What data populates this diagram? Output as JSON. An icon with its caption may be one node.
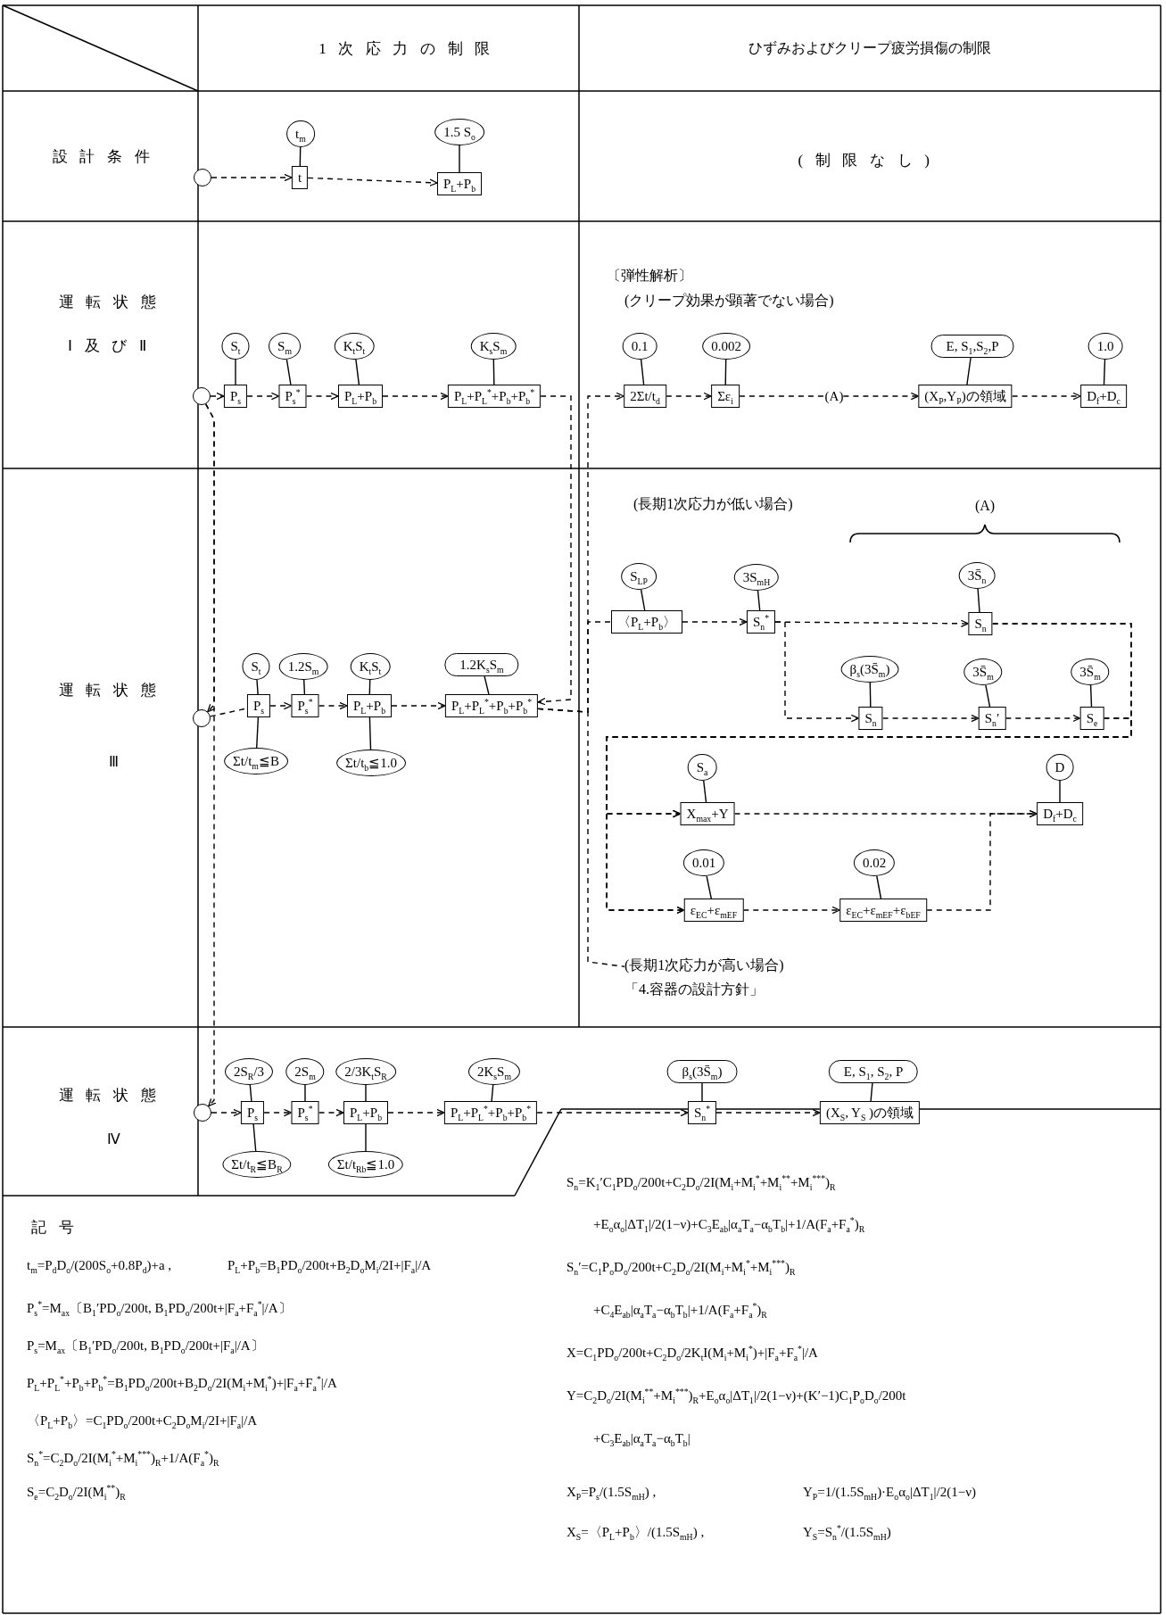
{
  "diagram": {
    "nodes": [
      {
        "text": [],
        "shape": "circle"
      },
      {
        "text": [
          "t$_{m}$"
        ]
      },
      {
        "text": [
          "t"
        ]
      },
      {
        "text": [
          "1.5 S$_{o}$"
        ]
      },
      {
        "text": [
          "P$_{L}$+P$_{b}$"
        ]
      },
      {
        "text": [],
        "shape": "circle"
      },
      {
        "text": [
          "S$_{t}$"
        ]
      },
      {
        "text": [
          "P$_{s}$"
        ]
      },
      {
        "text": [
          "S$_{m}$"
        ]
      },
      {
        "text": [
          "P$_{s}$$^{*}$"
        ]
      },
      {
        "text": [
          "K$_{t}$S$_{t}$"
        ]
      },
      {
        "text": [
          "P$_{L}$+P$_{b}$"
        ]
      },
      {
        "text": [
          "K$_{s}$S$_{m}$"
        ]
      },
      {
        "text": [
          "P$_{L}$+P$_{L}$$^{*}$+P$_{b}$+P$_{b}$$^{*}$"
        ]
      },
      {
        "text": [
          "0.1"
        ]
      },
      {
        "text": [
          "2Σt/t$_{d}$"
        ]
      },
      {
        "text": [
          "0.002"
        ]
      },
      {
        "text": [
          "Σε$_{i}$"
        ]
      },
      {
        "text": [
          "(A)"
        ]
      },
      {
        "text": [
          "E, S$_{1}$,S$_{2}$,P"
        ]
      },
      {
        "text": [
          "(X$_{P}$,Y$_{P}$)の領域"
        ]
      },
      {
        "text": [
          "1.0"
        ]
      },
      {
        "text": [
          "D$_{f}$+D$_{c}$"
        ]
      },
      {
        "text": [],
        "shape": "circle"
      },
      {
        "text": [
          "S$_{t}$"
        ]
      },
      {
        "text": [
          "P$_{s}$"
        ]
      },
      {
        "text": [
          "Σt/t$_{m}$≦B"
        ]
      },
      {
        "text": [
          "1.2S$_{m}$"
        ]
      },
      {
        "text": [
          "P$_{s}$$^{*}$"
        ]
      },
      {
        "text": [
          "K$_{t}$S$_{t}$"
        ]
      },
      {
        "text": [
          "P$_{L}$+P$_{b}$"
        ]
      },
      {
        "text": [
          "Σt/t$_{b}$≦1.0"
        ]
      },
      {
        "text": [
          "1.2K$_{s}$S$_{m}$"
        ]
      },
      {
        "text": [
          "P$_{L}$+P$_{L}$$^{*}$+P$_{b}$+P$_{b}$$^{*}$"
        ]
      },
      {
        "text": [
          "S$_{LP}$"
        ]
      },
      {
        "text": [
          "〈P$_{L}$+P$_{b}$〉"
        ]
      },
      {
        "text": [
          "3S$_{mH}$"
        ]
      },
      {
        "text": [
          "S$_{n}$$^{*}$"
        ]
      },
      {
        "text": [
          "3S̄$_{n}$"
        ]
      },
      {
        "text": [
          "S$_{n}$"
        ]
      },
      {
        "text": [
          "β$_{s}$(3S̄$_{m}$)"
        ]
      },
      {
        "text": [
          "S$_{n}$"
        ]
      },
      {
        "text": [
          "3S̄$_{m}$"
        ]
      },
      {
        "text": [
          "S$_{n}$′"
        ]
      },
      {
        "text": [
          "3S̄$_{m}$"
        ]
      },
      {
        "text": [
          "S$_{e}$"
        ]
      },
      {
        "text": [
          "S$_{a}$"
        ]
      },
      {
        "text": [
          "X$_{max}$+Y"
        ]
      },
      {
        "text": [
          "D"
        ]
      },
      {
        "text": [
          "D$_{f}$+D$_{c}$"
        ]
      },
      {
        "text": [
          "0.01"
        ]
      },
      {
        "text": [
          "ε$_{EC}$+ε$_{mEF}$"
        ]
      },
      {
        "text": [
          "0.02"
        ]
      },
      {
        "text": [
          "ε$_{EC}$+ε$_{mEF}$+ε$_{bEF}$"
        ]
      },
      {
        "text": [
          "(長期1次応力が高い場合)",
          "「4.容器の設計方針」"
        ]
      },
      {
        "text": [],
        "shape": "circle"
      },
      {
        "text": [
          "2S$_{R}$/3"
        ]
      },
      {
        "text": [
          "P$_{s}$"
        ]
      },
      {
        "text": [
          "Σt/t$_{R}$≦B$_{R}$"
        ]
      },
      {
        "text": [
          "2S$_{m}$"
        ]
      },
      {
        "text": [
          "P$_{s}$$^{*}$"
        ]
      },
      {
        "text": [
          "2/3K$_{t}$S$_{R}$"
        ]
      },
      {
        "text": [
          "P$_{L}$+P$_{b}$"
        ]
      },
      {
        "text": [
          "Σt/t$_{Rb}$≦1.0"
        ]
      },
      {
        "text": [
          "2K$_{s}$S$_{m}$"
        ]
      },
      {
        "text": [
          "P$_{L}$+P$_{L}$$^{*}$+P$_{b}$+P$_{b}$$^{*}$"
        ]
      },
      {
        "text": [
          "β$_{s}$(3S̄$_{m}$)"
        ]
      },
      {
        "text": [
          "S$_{n}$$^{*}$"
        ]
      },
      {
        "text": [
          "E, S$_{1}$, S$_{2}$, P"
        ]
      },
      {
        "text": [
          "(X$_{S}$, Y$_{S}$ )の領域"
        ]
      }
    ],
    "edges": [
      {
        "from": 0,
        "to": 2,
        "arrow": "to",
        "style": "dashed"
      },
      {
        "from": 2,
        "to": 4,
        "arrow": "to",
        "style": "dashed"
      },
      {
        "from": 1,
        "to": 2,
        "arrow": "none"
      },
      {
        "from": 3,
        "to": 4,
        "arrow": "none"
      },
      {
        "from": 5,
        "to": 7,
        "arrow": "to",
        "style": "dashed"
      },
      {
        "from": 7,
        "to": 9,
        "arrow": "to",
        "style": "dashed"
      },
      {
        "from": 9,
        "to": 11,
        "arrow": "to",
        "style": "dashed"
      },
      {
        "from": 11,
        "to": 13,
        "arrow": "to",
        "style": "dashed"
      },
      {
        "from": 6,
        "to": 7,
        "arrow": "none"
      },
      {
        "from": 8,
        "to": 9,
        "arrow": "none"
      },
      {
        "from": 10,
        "to": 11,
        "arrow": "none"
      },
      {
        "from": 12,
        "to": 13,
        "arrow": "none"
      },
      {
        "from": 15,
        "to": 17,
        "arrow": "to",
        "style": "dashed"
      },
      {
        "from": 17,
        "to": 18,
        "arrow": "none",
        "style": "dashed"
      },
      {
        "from": 18,
        "to": 20,
        "arrow": "to",
        "style": "dashed"
      },
      {
        "from": 20,
        "to": 22,
        "arrow": "to",
        "style": "dashed"
      },
      {
        "from": 14,
        "to": 15,
        "arrow": "none"
      },
      {
        "from": 16,
        "to": 17,
        "arrow": "none"
      },
      {
        "from": 19,
        "to": 20,
        "arrow": "none"
      },
      {
        "from": 21,
        "to": 22,
        "arrow": "none"
      },
      {
        "from": 5,
        "to": 23,
        "arrow": "to",
        "style": "dashed"
      },
      {
        "from": 5,
        "to": 55,
        "arrow": "to",
        "style": "dashed"
      },
      {
        "from": 13,
        "to": 33,
        "arrow": "to",
        "style": "dashed"
      },
      {
        "from": 23,
        "to": 25,
        "arrow": "none",
        "style": "dashed"
      },
      {
        "from": 25,
        "to": 28,
        "arrow": "to",
        "style": "dashed"
      },
      {
        "from": 28,
        "to": 30,
        "arrow": "to",
        "style": "dashed"
      },
      {
        "from": 30,
        "to": 33,
        "arrow": "to",
        "style": "dashed"
      },
      {
        "from": 24,
        "to": 25,
        "arrow": "none"
      },
      {
        "from": 26,
        "to": 25,
        "arrow": "none"
      },
      {
        "from": 27,
        "to": 28,
        "arrow": "none"
      },
      {
        "from": 29,
        "to": 30,
        "arrow": "none"
      },
      {
        "from": 31,
        "to": 30,
        "arrow": "none"
      },
      {
        "from": 32,
        "to": 33,
        "arrow": "none"
      },
      {
        "from": 33,
        "to": 15,
        "arrow": "to",
        "style": "dashed"
      },
      {
        "from": 33,
        "to": 35,
        "arrow": "none",
        "style": "dashed"
      },
      {
        "from": 33,
        "to": 54,
        "arrow": "none",
        "style": "dashed"
      },
      {
        "from": 35,
        "to": 37,
        "arrow": "to",
        "style": "dashed"
      },
      {
        "from": 37,
        "to": 39,
        "arrow": "to",
        "style": "dashed"
      },
      {
        "from": 37,
        "to": 41,
        "arrow": "to",
        "style": "dashed"
      },
      {
        "from": 41,
        "to": 43,
        "arrow": "to",
        "style": "dashed"
      },
      {
        "from": 43,
        "to": 45,
        "arrow": "to",
        "style": "dashed"
      },
      {
        "from": 39,
        "to": 47,
        "arrow": "to",
        "style": "dashed"
      },
      {
        "from": 39,
        "to": 51,
        "arrow": "to",
        "style": "dashed"
      },
      {
        "from": 45,
        "to": 47,
        "arrow": "to",
        "style": "dashed"
      },
      {
        "from": 45,
        "to": 51,
        "arrow": "to",
        "style": "dashed"
      },
      {
        "from": 47,
        "to": 49,
        "arrow": "to",
        "style": "dashed"
      },
      {
        "from": 51,
        "to": 53,
        "arrow": "to",
        "style": "dashed"
      },
      {
        "from": 53,
        "to": 49,
        "arrow": "to",
        "style": "dashed"
      },
      {
        "from": 34,
        "to": 35,
        "arrow": "none"
      },
      {
        "from": 36,
        "to": 37,
        "arrow": "none"
      },
      {
        "from": 38,
        "to": 39,
        "arrow": "none"
      },
      {
        "from": 40,
        "to": 41,
        "arrow": "none"
      },
      {
        "from": 42,
        "to": 43,
        "arrow": "none"
      },
      {
        "from": 44,
        "to": 45,
        "arrow": "none"
      },
      {
        "from": 46,
        "to": 47,
        "arrow": "none"
      },
      {
        "from": 48,
        "to": 49,
        "arrow": "none"
      },
      {
        "from": 50,
        "to": 51,
        "arrow": "none"
      },
      {
        "from": 52,
        "to": 53,
        "arrow": "none"
      },
      {
        "from": 55,
        "to": 57,
        "arrow": "to",
        "style": "dashed"
      },
      {
        "from": 57,
        "to": 60,
        "arrow": "to",
        "style": "dashed"
      },
      {
        "from": 60,
        "to": 62,
        "arrow": "to",
        "style": "dashed"
      },
      {
        "from": 62,
        "to": 65,
        "arrow": "to",
        "style": "dashed"
      },
      {
        "from": 65,
        "to": 67,
        "arrow": "to",
        "style": "dashed"
      },
      {
        "from": 67,
        "to": 69,
        "arrow": "to",
        "style": "dashed"
      },
      {
        "from": 56,
        "to": 57,
        "arrow": "none"
      },
      {
        "from": 58,
        "to": 57,
        "arrow": "none"
      },
      {
        "from": 59,
        "to": 60,
        "arrow": "none"
      },
      {
        "from": 61,
        "to": 62,
        "arrow": "none"
      },
      {
        "from": 63,
        "to": 62,
        "arrow": "none"
      },
      {
        "from": 64,
        "to": 65,
        "arrow": "none"
      },
      {
        "from": 66,
        "to": 67,
        "arrow": "none"
      },
      {
        "from": 68,
        "to": 69,
        "arrow": "none"
      }
    ],
    "labels": [
      "1次応力の制限",
      "ひずみおよびクリープ疲労損傷の制限",
      "設計条件",
      "(制限なし)",
      "〔弾性解析〕",
      "運転状態",
      "(クリープ効果が顕著でない場合)",
      "Ⅰ及びⅡ",
      "(長期1次応力が低い場合)",
      "(A)",
      "運転状態",
      "Ⅲ",
      "運転状態",
      "Ⅳ",
      "S$_{n}$=K$_{1}$′C$_{1}$PD$_{o}$/200t+C$_{2}$D$_{o}$/2I(M$_{i}$+M$_{i}$$^{*}$+M$_{i}$$^{**}$+M$_{i}$$^{***}$)$_{R}$",
      "記号",
      "+E$_{o}$α$_{o}$|ΔT$_{1}$|/2(1−ν)+C$_{3}$E$_{ab}$|α$_{a}$T$_{a}$−α$_{b}$T$_{b}$|+1/A(F$_{a}$+F$_{a}$$^{*}$)$_{R}$",
      "t$_{m}$=P$_{d}$D$_{o}$/(200S$_{o}$+0.8P$_{d}$)+a ,",
      "P$_{L}$+P$_{b}$=B$_{1}$PD$_{o}$/200t+B$_{2}$D$_{o}$M$_{i}$/2I+|F$_{a}$|/A",
      "S$_{n}$′=C$_{1}$P$_{o}$D$_{o}$/200t+C$_{2}$D$_{o}$/2I(M$_{i}$+M$_{i}$$^{*}$+M$_{i}$$^{***}$)$_{R}$",
      "P$_{s}$$^{*}$=M$_{ax}$〔B$_{1}$′PD$_{o}$/200t, B$_{1}$PD$_{o}$/200t+|F$_{a}$+F$_{a}$$^{*}$|/A〕",
      "+C$_{4}$E$_{ab}$|α$_{a}$T$_{a}$−α$_{b}$T$_{b}$|+1/A(F$_{a}$+F$_{a}$$^{*}$)$_{R}$",
      "P$_{s}$=M$_{ax}$〔B$_{1}$′PD$_{o}$/200t, B$_{1}$PD$_{o}$/200t+|F$_{a}$|/A〕",
      "X=C$_{1}$PD$_{o}$/200t+C$_{2}$D$_{o}$/2K$_{t}$I(M$_{i}$+M$_{i}$$^{*}$)+|F$_{a}$+F$_{a}$$^{*}$|/A",
      "P$_{L}$+P$_{L}$$^{*}$+P$_{b}$+P$_{b}$$^{*}$=B$_{1}$PD$_{o}$/200t+B$_{2}$D$_{o}$/2I(M$_{i}$+M$_{i}$$^{*}$)+|F$_{a}$+F$_{a}$$^{*}$|/A",
      "Y=C$_{2}$D$_{o}$/2I(M$_{i}$$^{**}$+M$_{i}$$^{***}$)$_{R}$+E$_{o}$α$_{o}$|ΔT$_{1}$|/2(1−ν)+(K′−1)C$_{1}$P$_{o}$D$_{o}$/200t",
      "〈P$_{L}$+P$_{b}$〉=C$_{1}$PD$_{o}$/200t+C$_{2}$D$_{o}$M$_{i}$/2I+|F$_{a}$|/A",
      "+C$_{3}$E$_{ab}$|α$_{a}$T$_{a}$−α$_{b}$T$_{b}$|",
      "S$_{n}$$^{*}$=C$_{2}$D$_{o}$/2I(M$_{i}$$^{*}$+M$_{i}$$^{***}$)$_{R}$+1/A(F$_{a}$$^{*}$)$_{R}$",
      "S$_{e}$=C$_{2}$D$_{o}$/2I(M$_{i}$$^{**}$)$_{R}$",
      "X$_{P}$=P$_{s}$/(1.5S$_{mH}$) ,",
      "Y$_{P}$=1/(1.5S$_{mH}$)·E$_{o}$α$_{o}$|ΔT$_{1}$|/2(1−ν)",
      "X$_{S}$=〈P$_{L}$+P$_{b}$〉/(1.5S$_{mH}$) ,",
      "Y$_{S}$=S$_{n}$$^{*}$/(1.5S$_{mH}$)"
    ]
  }
}
